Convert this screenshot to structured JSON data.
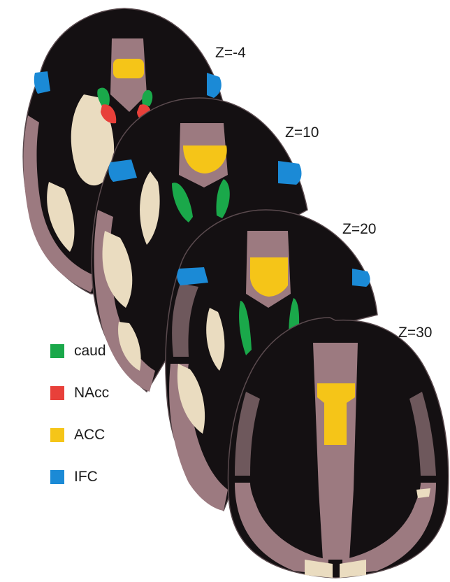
{
  "slices": [
    {
      "label": "Z=-4"
    },
    {
      "label": "Z=10"
    },
    {
      "label": "Z=20"
    },
    {
      "label": "Z=30"
    }
  ],
  "legend": [
    {
      "label": "caud",
      "color": "#1aa84a"
    },
    {
      "label": "NAcc",
      "color": "#e8403a"
    },
    {
      "label": "ACC",
      "color": "#f5c518"
    },
    {
      "label": "IFC",
      "color": "#1b8ad6"
    }
  ],
  "tissue_colors": {
    "background_matter": "#141012",
    "gray_matter": "#9c7a80",
    "gray_matter_dark": "#6e585c",
    "white_matter": "#eadcc0"
  }
}
